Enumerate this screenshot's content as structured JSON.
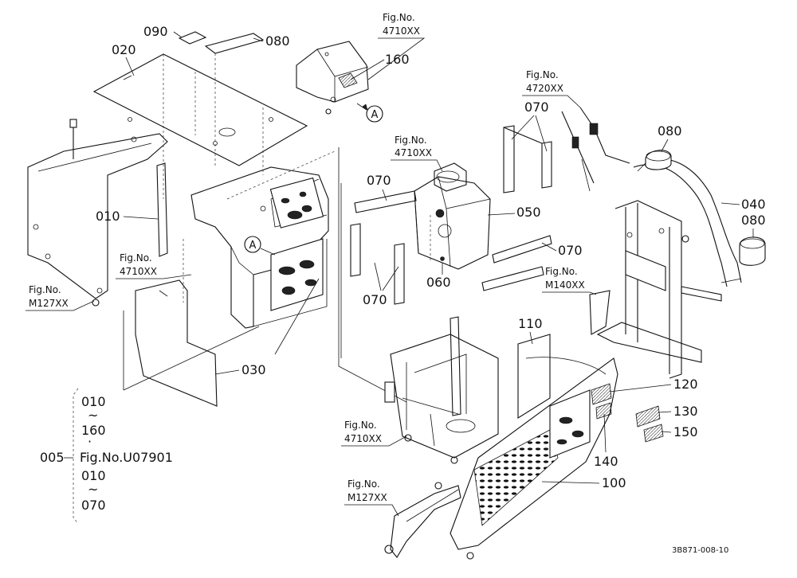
{
  "labels": {
    "p090": "090",
    "p080a": "080",
    "p020": "020",
    "p160": "160",
    "p070a": "070",
    "p080b": "080",
    "p070b": "070",
    "p050": "050",
    "p040": "040",
    "p080c": "080",
    "p010": "010",
    "p070c": "070",
    "p060": "060",
    "p070d": "070",
    "p110": "110",
    "p030": "030",
    "p120": "120",
    "p130": "130",
    "p150": "150",
    "p140": "140",
    "p100": "100",
    "callout_a1": "A",
    "callout_a2": "A"
  },
  "fig_refs": {
    "top_head": "Fig.No.",
    "top_num": "4710XX",
    "upper_head": "Fig.No.",
    "upper_num": "4720XX",
    "mid_head": "Fig.No.",
    "mid_num": "4710XX",
    "left_head": "Fig.No.",
    "left_num": "4710XX",
    "leftlow_head": "Fig.No.",
    "leftlow_num": "M127XX",
    "right_head": "Fig.No.",
    "right_num": "M140XX",
    "bottom_head": "Fig.No.",
    "bottom_num": "4710XX",
    "bottomlow_head": "Fig.No.",
    "bottomlow_num": "M127XX"
  },
  "assembly": {
    "code": "005",
    "range1_start": "010",
    "range1_tilde": "~",
    "range1_end": "160",
    "dot": "·",
    "fig_ref": "Fig.No.U07901",
    "range2_start": "010",
    "range2_tilde": "~",
    "range2_end": "070"
  },
  "drawing_number": "3B871-008-10"
}
